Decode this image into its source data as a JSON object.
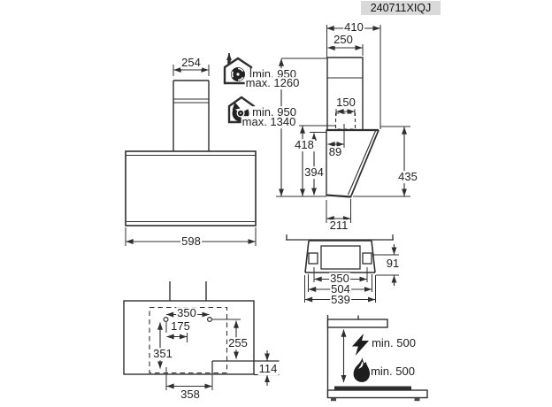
{
  "doc_code": "240711XIQJ",
  "colors": {
    "line": "#2f2f2f",
    "code_bg": "#d9d9d9"
  },
  "front_view": {
    "chimney_width": "254",
    "body_width": "598"
  },
  "installation_heights": {
    "exhaust_min": "min. 950",
    "exhaust_max": "max. 1260",
    "recirc_min": "min. 950",
    "recirc_max": "max. 1340"
  },
  "side_view": {
    "total_depth": "410",
    "chimney_depth": "250",
    "duct_width": "150",
    "duct_offset": "89",
    "height_back_total": "418",
    "height_back": "394",
    "height_front": "435",
    "bottom_depth": "211"
  },
  "top_view": {
    "bracket_spacing": "350",
    "body_width": "504",
    "total_width": "539",
    "bracket_depth": "91"
  },
  "drill_template": {
    "hole_spacing": "350",
    "hole_to_center": "175",
    "right_height": "255",
    "left_height": "351",
    "step_height": "114",
    "cutout_width": "358"
  },
  "clearances": {
    "electric_hob": "min. 500",
    "gas_hob": "min. 500"
  },
  "icons": {
    "exhaust": "house-exhaust-icon",
    "recirculation": "house-recirculation-icon",
    "electric": "lightning-icon",
    "gas": "flame-icon"
  }
}
